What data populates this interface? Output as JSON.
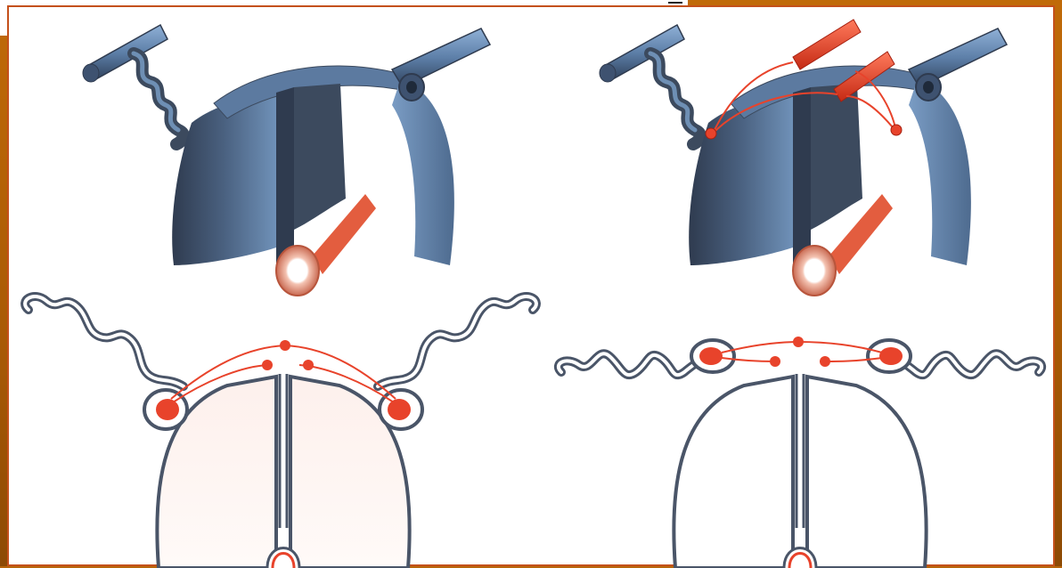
{
  "figure": {
    "panels": [
      {
        "name": "left-embryo-3d",
        "label": ""
      },
      {
        "name": "right-embryo-3d",
        "label": ""
      },
      {
        "name": "left-section",
        "label": ""
      },
      {
        "name": "right-section",
        "label": ""
      }
    ]
  },
  "colors": {
    "background": "#b8650a",
    "panel_border": "#c4501b",
    "tissue_dark": "#3c4a5e",
    "tissue_light": "#6e8fb4",
    "vessel_red": "#e8432b",
    "outline": "#4a5568"
  }
}
